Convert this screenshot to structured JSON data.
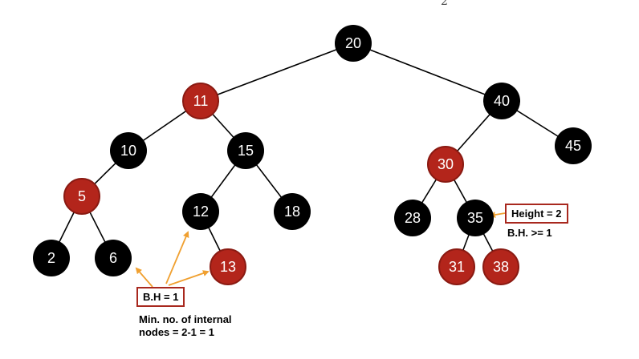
{
  "nodes": [
    {
      "id": "n20",
      "label": "20",
      "color": "black"
    },
    {
      "id": "n11",
      "label": "11",
      "color": "red"
    },
    {
      "id": "n40",
      "label": "40",
      "color": "black"
    },
    {
      "id": "n10",
      "label": "10",
      "color": "black"
    },
    {
      "id": "n15",
      "label": "15",
      "color": "black"
    },
    {
      "id": "n30",
      "label": "30",
      "color": "red"
    },
    {
      "id": "n45",
      "label": "45",
      "color": "black"
    },
    {
      "id": "n5",
      "label": "5",
      "color": "red"
    },
    {
      "id": "n12",
      "label": "12",
      "color": "black"
    },
    {
      "id": "n18",
      "label": "18",
      "color": "black"
    },
    {
      "id": "n28",
      "label": "28",
      "color": "black"
    },
    {
      "id": "n35",
      "label": "35",
      "color": "black"
    },
    {
      "id": "n2",
      "label": "2",
      "color": "black"
    },
    {
      "id": "n6",
      "label": "6",
      "color": "black"
    },
    {
      "id": "n13",
      "label": "13",
      "color": "red"
    },
    {
      "id": "n31",
      "label": "31",
      "color": "red"
    },
    {
      "id": "n38",
      "label": "38",
      "color": "red"
    }
  ],
  "edges": [
    [
      "n20",
      "n11"
    ],
    [
      "n20",
      "n40"
    ],
    [
      "n11",
      "n10"
    ],
    [
      "n11",
      "n15"
    ],
    [
      "n40",
      "n30"
    ],
    [
      "n40",
      "n45"
    ],
    [
      "n10",
      "n5"
    ],
    [
      "n15",
      "n12"
    ],
    [
      "n15",
      "n18"
    ],
    [
      "n30",
      "n28"
    ],
    [
      "n30",
      "n35"
    ],
    [
      "n5",
      "n2"
    ],
    [
      "n5",
      "n6"
    ],
    [
      "n12",
      "n13"
    ],
    [
      "n35",
      "n31"
    ],
    [
      "n35",
      "n38"
    ]
  ],
  "annotations": {
    "bh_box": "B.H = 1",
    "min_note_line1": "Min. no. of internal",
    "min_note_line2": "nodes = 2-1 = 1",
    "height_box": "Height = 2",
    "bh_note": "B.H. >= 1"
  },
  "top_fragment": "2",
  "colors": {
    "black_node": "#000000",
    "red_node": "#b3251b",
    "callout_border": "#a8281e",
    "arrow": "#f0a030",
    "edge": "#000000"
  }
}
